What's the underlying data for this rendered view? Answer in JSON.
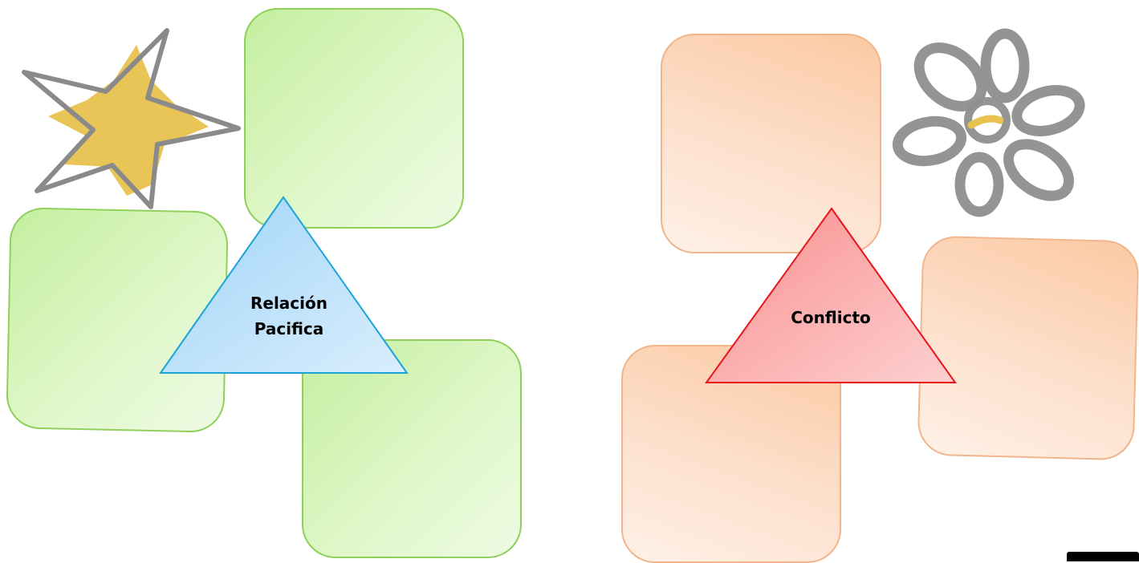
{
  "diagram": {
    "left_group": {
      "label_line1": "Relación",
      "label_line2": "Pacifica",
      "box_color": "#c4ef9f",
      "box_border": "#8fcf5a",
      "triangle_fill": "#a8d8f8",
      "triangle_stroke": "#1aa4d8",
      "icon": "star-icon"
    },
    "right_group": {
      "label": "Conflicto",
      "box_color": "#fbc9a3",
      "box_border": "#f2b48a",
      "triangle_fill": "#fb9a9a",
      "triangle_stroke": "#e8141c",
      "icon": "flower-icon"
    }
  }
}
